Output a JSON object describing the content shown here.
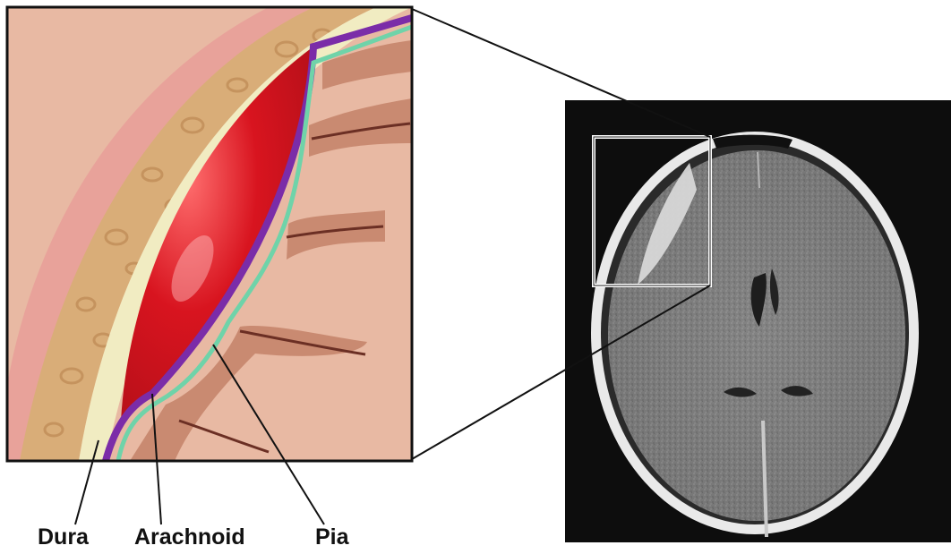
{
  "labels": {
    "dura": "Dura",
    "arachnoid": "Arachnoid",
    "pia": "Pia"
  },
  "colors": {
    "scalp": "#e8a29a",
    "skull_bone": "#d9ad78",
    "dura": "#f1ecc2",
    "hematoma": "#c9141f",
    "arachnoid": "#7b2ca8",
    "pia": "#6fd3a9",
    "gray_matter": "#c98a71",
    "white_matter": "#e8b9a3",
    "ct_background": "#0d0d0d"
  }
}
